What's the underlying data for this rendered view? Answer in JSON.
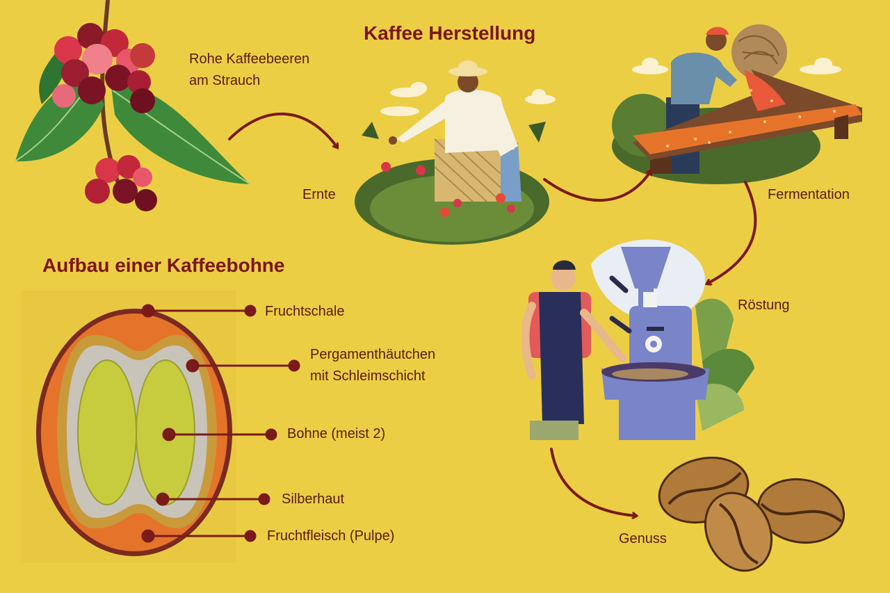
{
  "titles": {
    "main": "Kaffee Herstellung",
    "bean": "Aufbau einer Kaffeebohne"
  },
  "process_steps": [
    {
      "label_lines": [
        "Rohe Kaffeebeeren",
        "am Strauch"
      ]
    },
    {
      "label": "Ernte"
    },
    {
      "label": "Fermentation"
    },
    {
      "label": "Röstung"
    },
    {
      "label": "Genuss"
    }
  ],
  "bean_layers": [
    {
      "label_lines": [
        "Fruchtschale"
      ]
    },
    {
      "label_lines": [
        "Pergamenthäutchen",
        "mit Schleimschicht"
      ]
    },
    {
      "label_lines": [
        "Bohne (meist 2)"
      ]
    },
    {
      "label_lines": [
        "Silberhaut"
      ]
    },
    {
      "label_lines": [
        "Fruchtfleisch (Pulpe)"
      ]
    }
  ],
  "colors": {
    "background": "#ecce45",
    "heading": "#7a1616",
    "text": "#5a1a14",
    "arrow": "#7a1a1a",
    "fruit_skin": "#7a2a20",
    "pulp": "#e5742a",
    "parchment": "#c99a3a",
    "silverskin": "#c8c4ba",
    "bean": "#c6cc3e"
  },
  "icons": [
    "coffee-cherry-branch-icon",
    "harvest-worker-icon",
    "fermentation-worker-icon",
    "roaster-man-icon",
    "roasted-beans-icon"
  ]
}
